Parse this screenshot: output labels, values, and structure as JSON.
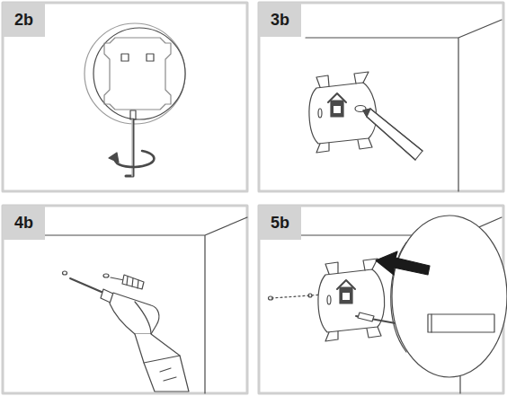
{
  "diagram": {
    "nodes": [
      {
        "text": [
          "2b"
        ]
      },
      {
        "text": [
          "3b"
        ]
      },
      {
        "text": [
          "4b"
        ]
      },
      {
        "text": [
          "5b"
        ]
      }
    ]
  }
}
